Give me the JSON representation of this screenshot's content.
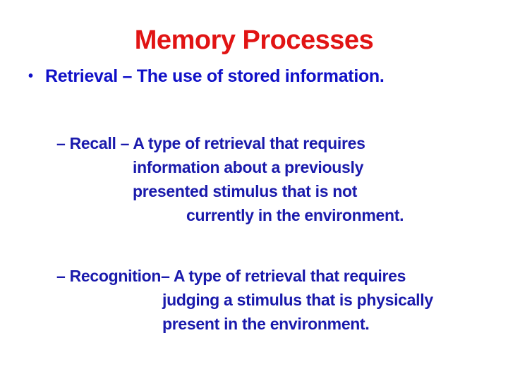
{
  "slide": {
    "title": "Memory Processes",
    "bullet": {
      "marker": "•",
      "text": "Retrieval – The use of stored information."
    },
    "recall": {
      "line1": "– Recall – A type of retrieval that requires",
      "line2": "information about a previously",
      "line3": "presented stimulus that is not",
      "line4": "currently in the environment."
    },
    "recognition": {
      "line1": "– Recognition– A type of retrieval that requires",
      "line2": "judging a stimulus that is physically",
      "line3": "present in the environment."
    },
    "colors": {
      "title": "#e11414",
      "bullet_text": "#1010c8",
      "sub_text": "#1a1aac",
      "background": "#ffffff"
    }
  }
}
